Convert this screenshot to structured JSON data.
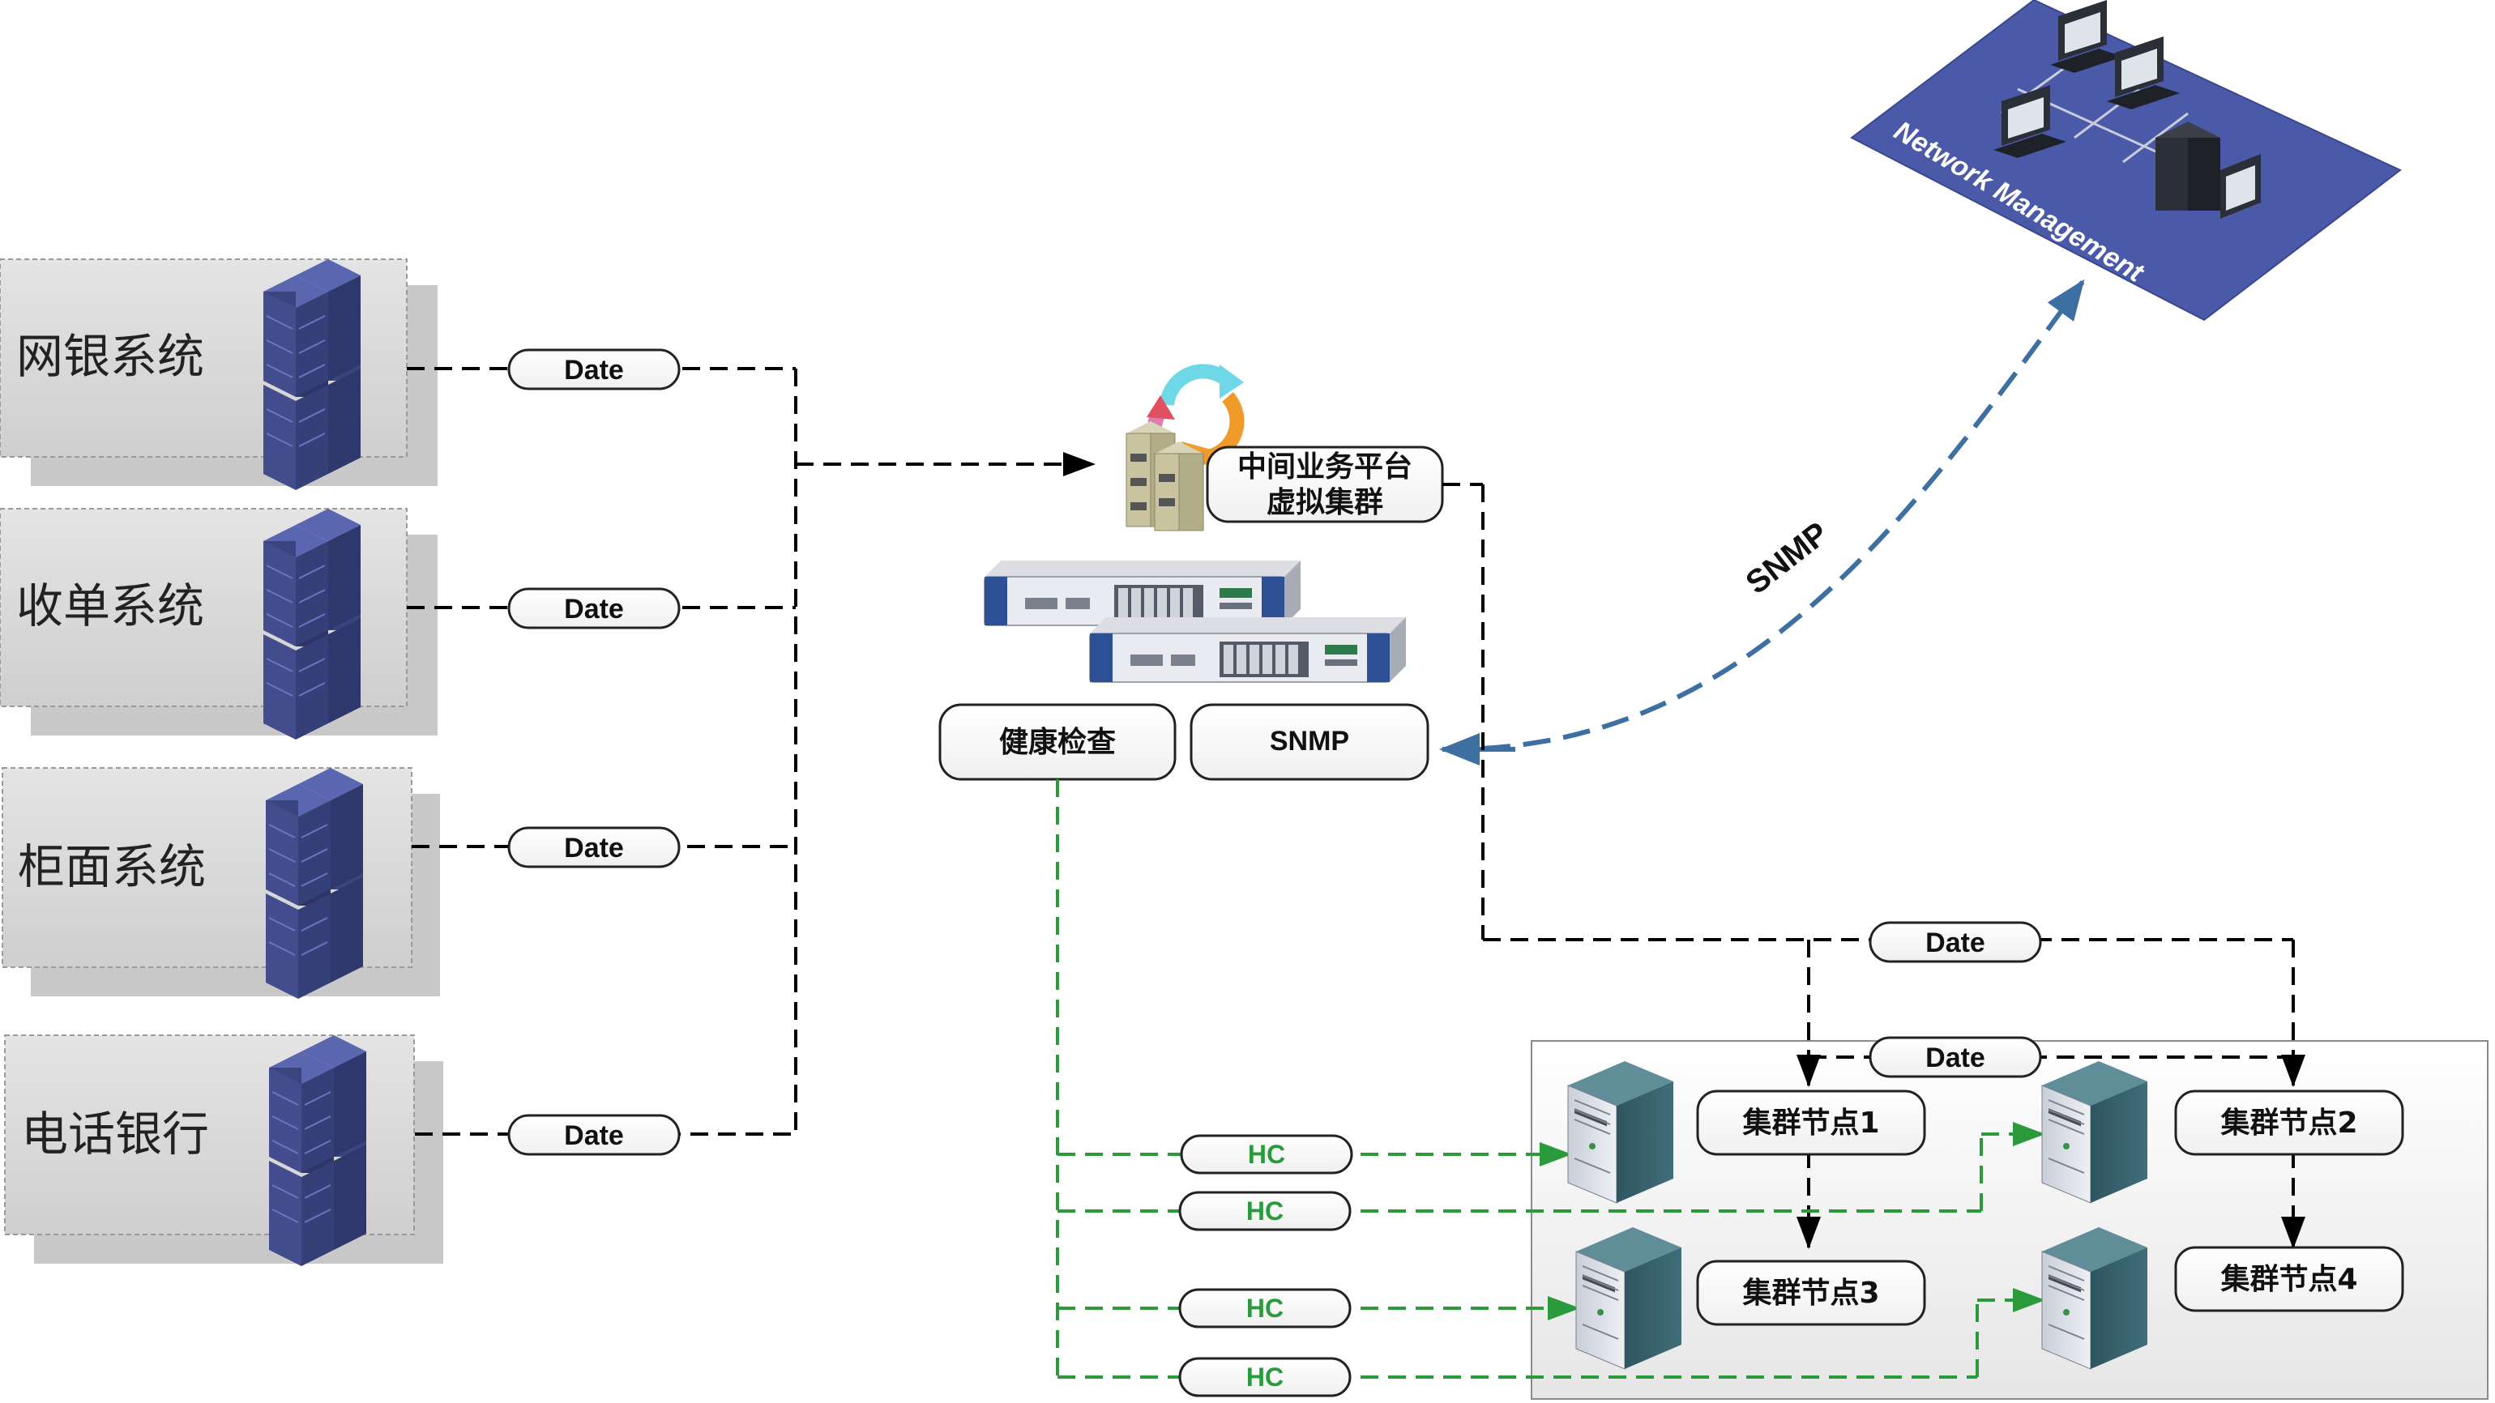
{
  "sources": [
    {
      "label": "网银系统",
      "flow_label": "Date"
    },
    {
      "label": "收单系统",
      "flow_label": "Date"
    },
    {
      "label": "柜面系统",
      "flow_label": "Date"
    },
    {
      "label": "电话银行",
      "flow_label": "Date"
    }
  ],
  "platform": {
    "line1": "中间业务平台",
    "line2": "虚拟集群"
  },
  "health_check": "健康检查",
  "snmp_box": "SNMP",
  "snmp_arc_label": "SNMP",
  "network_management": "Network Management",
  "cluster_flow_labels": [
    "Date",
    "Date"
  ],
  "hc_labels": [
    "HC",
    "HC",
    "HC",
    "HC"
  ],
  "nodes": [
    "集群节点1",
    "集群节点2",
    "集群节点3",
    "集群节点4"
  ],
  "colors": {
    "server_blue": "#3f4a8c",
    "hc_green": "#2a9a3c",
    "snmp_blue": "#3d6fa3",
    "nm_panel": "#4a59a8"
  }
}
